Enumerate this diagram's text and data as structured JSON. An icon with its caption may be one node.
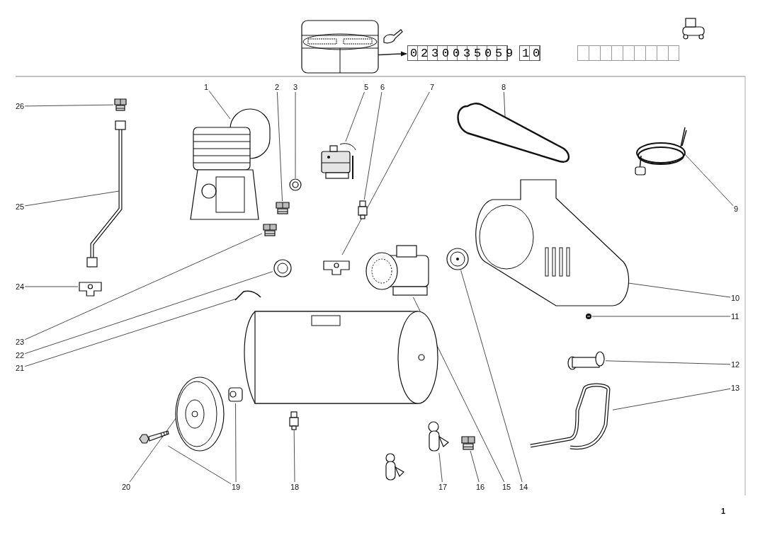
{
  "diagram": {
    "nodes": [
      {
        "text": [],
        "shape": "picture"
      },
      {
        "text": [
          "0230035059",
          "10"
        ]
      },
      {
        "text": [
          "1"
        ]
      },
      {
        "text": [
          "2"
        ]
      },
      {
        "text": [
          "3"
        ]
      },
      {
        "text": [
          "5"
        ]
      },
      {
        "text": [
          "6"
        ]
      },
      {
        "text": [
          "7"
        ]
      },
      {
        "text": [
          "8"
        ]
      },
      {
        "text": [
          "9"
        ]
      },
      {
        "text": [
          "10"
        ]
      },
      {
        "text": [
          "11"
        ]
      },
      {
        "text": [
          "12"
        ]
      },
      {
        "text": [
          "13"
        ]
      },
      {
        "text": [
          "14"
        ]
      },
      {
        "text": [
          "15"
        ]
      },
      {
        "text": [
          "16"
        ]
      },
      {
        "text": [
          "17"
        ]
      },
      {
        "text": [
          "18"
        ]
      },
      {
        "text": [
          "19"
        ]
      },
      {
        "text": [
          "20"
        ]
      },
      {
        "text": [
          "21"
        ]
      },
      {
        "text": [
          "22"
        ]
      },
      {
        "text": [
          "23"
        ]
      },
      {
        "text": [
          "24"
        ]
      },
      {
        "text": [
          "25"
        ]
      },
      {
        "text": [
          "26"
        ]
      },
      {
        "text": [],
        "shape": "picture"
      },
      {
        "text": [],
        "shape": "picture"
      },
      {
        "text": [],
        "shape": "picture"
      },
      {
        "text": [],
        "shape": "picture"
      },
      {
        "text": [],
        "shape": "picture"
      },
      {
        "text": [],
        "shape": "picture"
      },
      {
        "text": [],
        "shape": "picture"
      },
      {
        "text": [],
        "shape": "picture"
      },
      {
        "text": [],
        "shape": "picture"
      },
      {
        "text": [],
        "shape": "picture"
      },
      {
        "text": [],
        "shape": "picture"
      },
      {
        "text": [],
        "shape": "picture"
      },
      {
        "text": [],
        "shape": "picture"
      },
      {
        "text": [],
        "shape": "picture"
      },
      {
        "text": [],
        "shape": "picture"
      },
      {
        "text": [],
        "shape": "picture"
      },
      {
        "text": [],
        "shape": "picture"
      },
      {
        "text": [],
        "shape": "picture"
      },
      {
        "text": [],
        "shape": "picture"
      },
      {
        "text": [],
        "shape": "picture"
      },
      {
        "text": [],
        "shape": "picture"
      },
      {
        "text": [],
        "shape": "picture"
      },
      {
        "text": [],
        "shape": "picture"
      },
      {
        "text": [],
        "shape": "picture"
      },
      {
        "text": [],
        "shape": "picture"
      },
      {
        "text": [],
        "shape": "picture"
      }
    ],
    "edges": [
      {
        "from": 0,
        "to": 1,
        "arrow": "to"
      },
      {
        "from": 2,
        "to": 27,
        "arrow": "none"
      },
      {
        "from": 3,
        "to": 28,
        "arrow": "none"
      },
      {
        "from": 4,
        "to": 29,
        "arrow": "none"
      },
      {
        "from": 5,
        "to": 30,
        "arrow": "none"
      },
      {
        "from": 6,
        "to": 31,
        "arrow": "none"
      },
      {
        "from": 7,
        "to": 32,
        "arrow": "none"
      },
      {
        "from": 8,
        "to": 33,
        "arrow": "none"
      },
      {
        "from": 9,
        "to": 34,
        "arrow": "none"
      },
      {
        "from": 10,
        "to": 35,
        "arrow": "none"
      },
      {
        "from": 11,
        "to": 36,
        "arrow": "none"
      },
      {
        "from": 12,
        "to": 37,
        "arrow": "none"
      },
      {
        "from": 13,
        "to": 38,
        "arrow": "none"
      },
      {
        "from": 14,
        "to": 39,
        "arrow": "none"
      },
      {
        "from": 15,
        "to": 40,
        "arrow": "none"
      },
      {
        "from": 16,
        "to": 41,
        "arrow": "none"
      },
      {
        "from": 17,
        "to": 42,
        "arrow": "none"
      },
      {
        "from": 18,
        "to": 43,
        "arrow": "none"
      },
      {
        "from": 19,
        "to": 44,
        "arrow": "none"
      },
      {
        "from": 19,
        "to": 45,
        "arrow": "none"
      },
      {
        "from": 20,
        "to": 46,
        "arrow": "none"
      },
      {
        "from": 21,
        "to": 47,
        "arrow": "none"
      },
      {
        "from": 22,
        "to": 48,
        "arrow": "none"
      },
      {
        "from": 23,
        "to": 49,
        "arrow": "none"
      },
      {
        "from": 24,
        "to": 50,
        "arrow": "none"
      },
      {
        "from": 25,
        "to": 51,
        "arrow": "none"
      },
      {
        "from": 26,
        "to": 52,
        "arrow": "none"
      }
    ],
    "labels": [
      "1"
    ]
  }
}
